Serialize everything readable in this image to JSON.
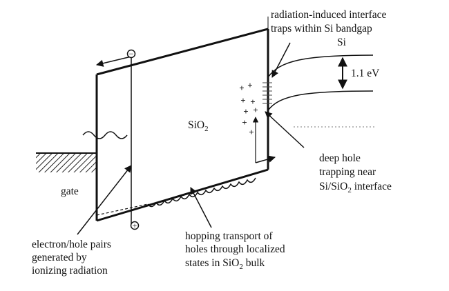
{
  "labels": {
    "traps_line1": "radiation-induced interface",
    "traps_line2": "traps within Si bandgap",
    "si": "Si",
    "bandgap": "1.1 eV",
    "sio2_main": "SiO",
    "sio2_sub": "2",
    "deep_line1": "deep hole",
    "deep_line2": "trapping near",
    "deep_line3a": "Si/SiO",
    "deep_line3sub": "2",
    "deep_line3b": " interface",
    "gate": "gate",
    "pairs_line1": "electron/hole pairs",
    "pairs_line2": "generated by",
    "pairs_line3": "ionizing radiation",
    "hop_line1": "hopping transport of",
    "hop_line2": "holes through localized",
    "hop_line3a": "states in SiO",
    "hop_line3sub": "2",
    "hop_line3b": " bulk"
  },
  "symbols": {
    "electron": "−",
    "hole": "+",
    "trapped_holes": [
      "+",
      "+",
      "+",
      "+",
      "+",
      "+",
      "+",
      "+"
    ]
  }
}
